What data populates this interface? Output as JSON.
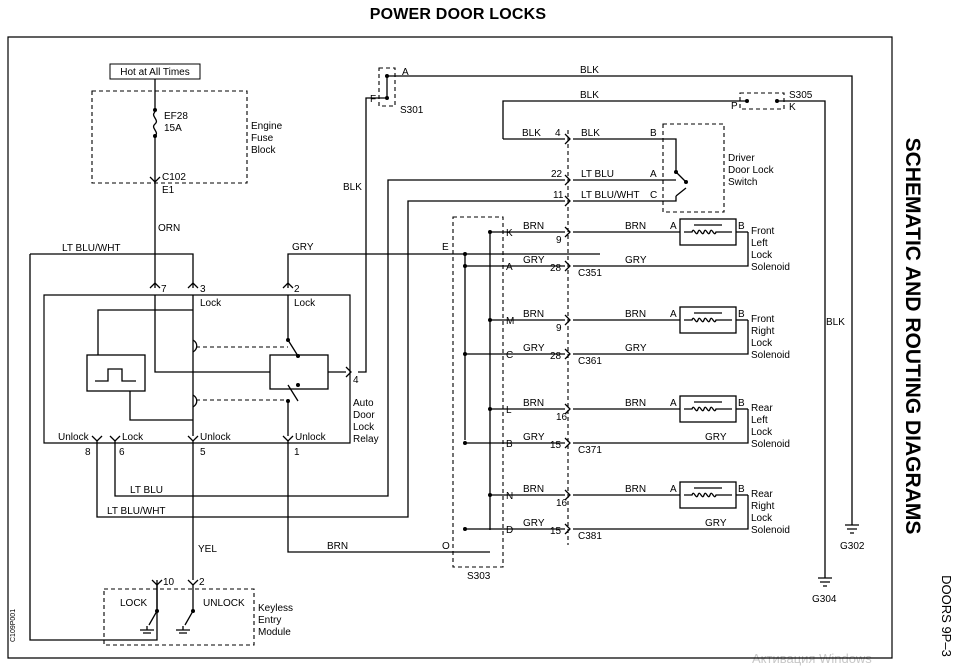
{
  "page": {
    "title": "POWER DOOR LOCKS",
    "side_title": "SCHEMATIC AND ROUTING DIAGRAMS",
    "page_ref": "DOORS 9P–3",
    "image_code": "C109P001",
    "watermark": "Активация Windows"
  },
  "power": {
    "hot_label": "Hot at All Times",
    "fuse": "EF28",
    "fuse_rating": "15A",
    "fuse_block_line1": "Engine",
    "fuse_block_line2": "Fuse",
    "fuse_block_line3": "Block",
    "connector": "C102",
    "pin": "E1"
  },
  "wires": {
    "blk": "BLK",
    "orn": "ORN",
    "gry": "GRY",
    "brn": "BRN",
    "lt_blu": "LT BLU",
    "lt_blu_wht": "LT BLU/WHT",
    "yel": "YEL"
  },
  "splices": {
    "s301": "S301",
    "s301_a": "A",
    "s301_f": "F",
    "s305": "S305",
    "s305_p": "P",
    "s305_k": "K",
    "s303": "S303",
    "s303_pins": [
      "K",
      "A",
      "M",
      "C",
      "L",
      "B",
      "N",
      "D"
    ],
    "s303_e": "E",
    "s303_o": "O"
  },
  "switch": {
    "line1": "Driver",
    "line2": "Door Lock",
    "line3": "Switch",
    "pin_a": "A",
    "pin_b": "B",
    "pin_c": "C",
    "term_4": "4",
    "term_22": "22",
    "term_11": "11"
  },
  "relay": {
    "line1": "Auto",
    "line2": "Door",
    "line3": "Lock",
    "line4": "Relay",
    "pin_7": "7",
    "pin_3": "3",
    "pin_2": "2",
    "pin_4": "4",
    "pin_8": "8",
    "pin_6": "6",
    "pin_5": "5",
    "pin_1": "1",
    "lock": "Lock",
    "unlock": "Unlock"
  },
  "solenoids": [
    {
      "l1": "Front",
      "l2": "Left",
      "l3": "Lock",
      "l4": "Solenoid",
      "conn": "C351",
      "p1": "9",
      "p2": "28"
    },
    {
      "l1": "Front",
      "l2": "Right",
      "l3": "Lock",
      "l4": "Solenoid",
      "conn": "C361",
      "p1": "9",
      "p2": "28"
    },
    {
      "l1": "Rear",
      "l2": "Left",
      "l3": "Lock",
      "l4": "Solenoid",
      "conn": "C371",
      "p1": "16",
      "p2": "15"
    },
    {
      "l1": "Rear",
      "l2": "Right",
      "l3": "Lock",
      "l4": "Solenoid",
      "conn": "C381",
      "p1": "16",
      "p2": "15"
    }
  ],
  "solenoid_pins": {
    "a": "A",
    "b": "B"
  },
  "keyless": {
    "line1": "Keyless",
    "line2": "Entry",
    "line3": "Module",
    "lock": "LOCK",
    "unlock": "UNLOCK",
    "pin_10": "10",
    "pin_2": "2"
  },
  "grounds": {
    "g302": "G302",
    "g304": "G304"
  }
}
